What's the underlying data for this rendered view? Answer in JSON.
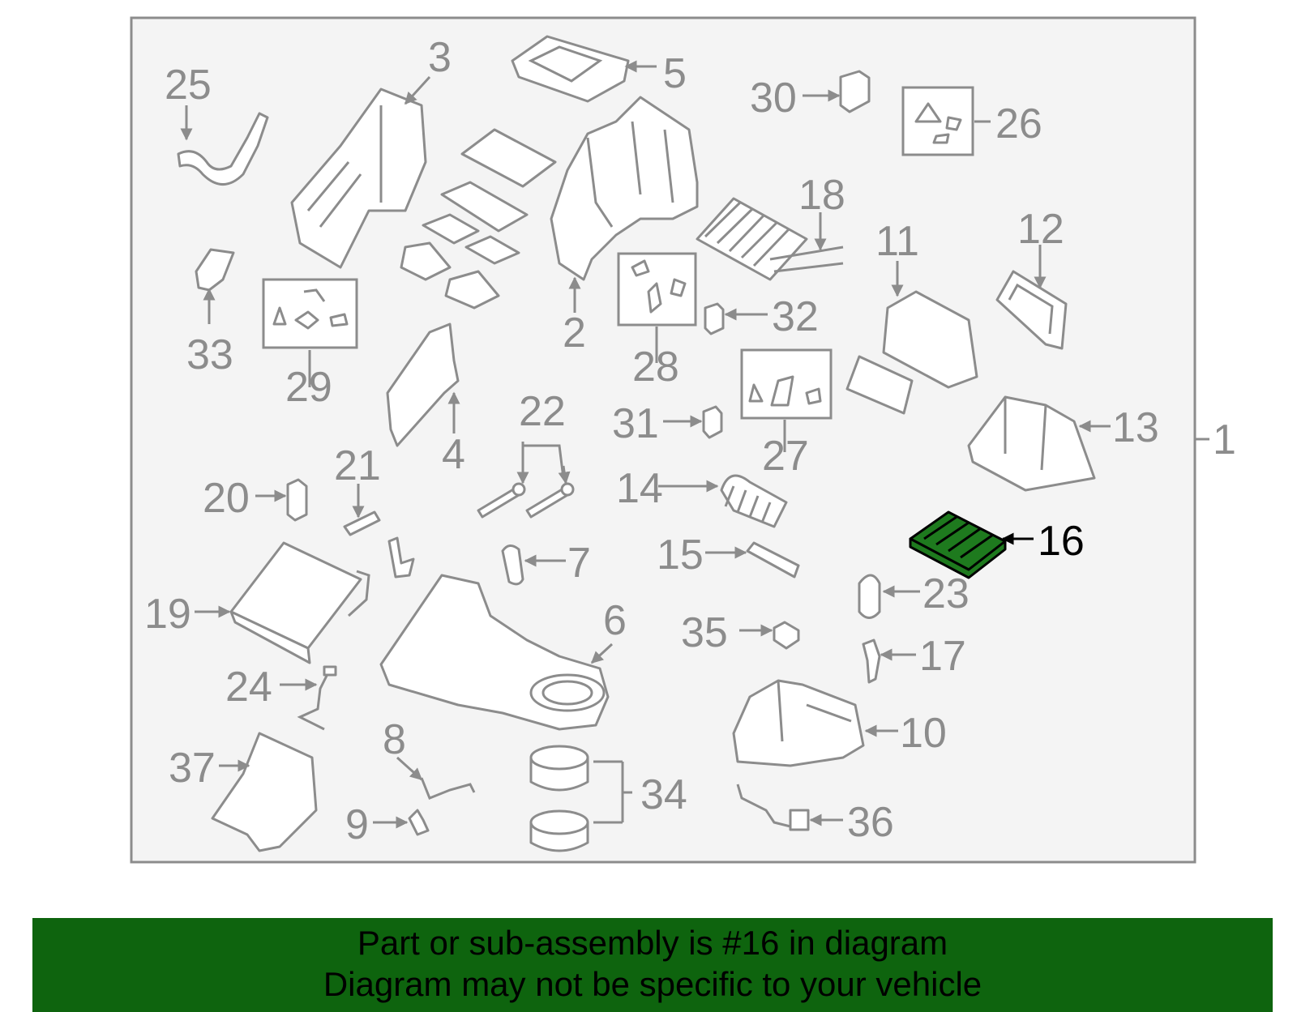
{
  "colors": {
    "highlight": "#1e7a1e",
    "banner": "#0e640e",
    "line": "#8c8c8c"
  },
  "highlighted_callout": "16",
  "callouts": [
    {
      "n": "1"
    },
    {
      "n": "2"
    },
    {
      "n": "3"
    },
    {
      "n": "4"
    },
    {
      "n": "5"
    },
    {
      "n": "6"
    },
    {
      "n": "7"
    },
    {
      "n": "8"
    },
    {
      "n": "9"
    },
    {
      "n": "10"
    },
    {
      "n": "11"
    },
    {
      "n": "12"
    },
    {
      "n": "13"
    },
    {
      "n": "14"
    },
    {
      "n": "15"
    },
    {
      "n": "16"
    },
    {
      "n": "17"
    },
    {
      "n": "18"
    },
    {
      "n": "19"
    },
    {
      "n": "20"
    },
    {
      "n": "21"
    },
    {
      "n": "22"
    },
    {
      "n": "23"
    },
    {
      "n": "24"
    },
    {
      "n": "25"
    },
    {
      "n": "26"
    },
    {
      "n": "27"
    },
    {
      "n": "28"
    },
    {
      "n": "29"
    },
    {
      "n": "30"
    },
    {
      "n": "31"
    },
    {
      "n": "32"
    },
    {
      "n": "33"
    },
    {
      "n": "34"
    },
    {
      "n": "35"
    },
    {
      "n": "36"
    },
    {
      "n": "37"
    }
  ],
  "banner": {
    "line1": "Part or sub-assembly is #16 in diagram",
    "line2": "Diagram may not be specific to your vehicle"
  }
}
